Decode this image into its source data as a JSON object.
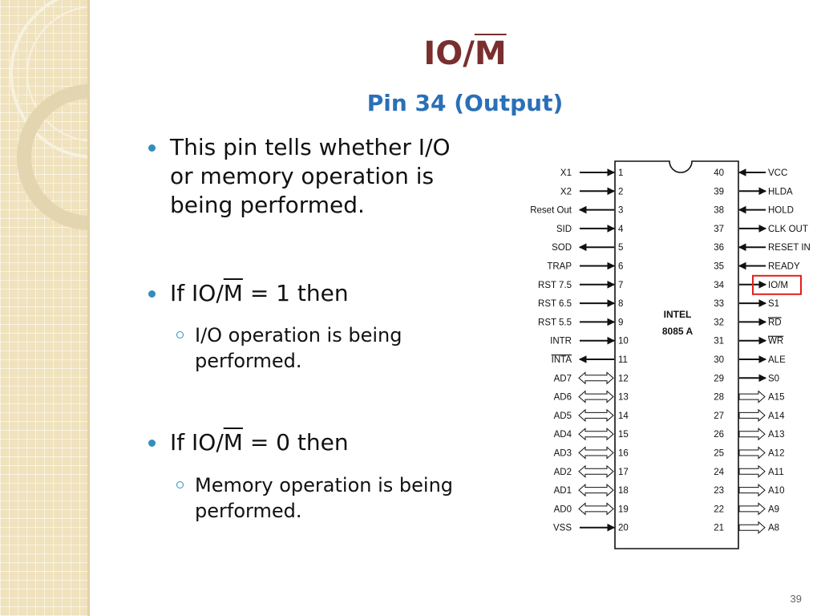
{
  "slide": {
    "title_prefix": "IO/",
    "title_over": "M",
    "subtitle": "Pin 34 (Output)",
    "page_number": "39"
  },
  "bullets": [
    {
      "level": 1,
      "text_lines": [
        "This pin tells whether I/O",
        "or memory operation is",
        "being performed."
      ]
    },
    {
      "level": 1,
      "prefix": "If IO/",
      "over": "M",
      "suffix": " = 1 then"
    },
    {
      "level": 2,
      "text_lines": [
        "I/O operation is being",
        "performed."
      ]
    },
    {
      "level": 1,
      "prefix": "If IO/",
      "over": "M",
      "suffix": " = 0 then"
    },
    {
      "level": 2,
      "text_lines": [
        "Memory operation is being",
        "performed."
      ]
    }
  ],
  "diagram": {
    "chip_label": [
      "INTEL",
      "8085 A"
    ],
    "left_pins": [
      {
        "num": "1",
        "label": "X1",
        "dir": "in"
      },
      {
        "num": "2",
        "label": "X2",
        "dir": "in"
      },
      {
        "num": "3",
        "label": "Reset Out",
        "dir": "out"
      },
      {
        "num": "4",
        "label": "SID",
        "dir": "in"
      },
      {
        "num": "5",
        "label": "SOD",
        "dir": "out"
      },
      {
        "num": "6",
        "label": "TRAP",
        "dir": "in"
      },
      {
        "num": "7",
        "label": "RST 7.5",
        "dir": "in"
      },
      {
        "num": "8",
        "label": "RST 6.5",
        "dir": "in"
      },
      {
        "num": "9",
        "label": "RST 5.5",
        "dir": "in"
      },
      {
        "num": "10",
        "label": "INTR",
        "dir": "in"
      },
      {
        "num": "11",
        "label": "INTA",
        "dir": "out",
        "overline": true
      },
      {
        "num": "12",
        "label": "AD7",
        "dir": "bi"
      },
      {
        "num": "13",
        "label": "AD6",
        "dir": "bi"
      },
      {
        "num": "14",
        "label": "AD5",
        "dir": "bi"
      },
      {
        "num": "15",
        "label": "AD4",
        "dir": "bi"
      },
      {
        "num": "16",
        "label": "AD3",
        "dir": "bi"
      },
      {
        "num": "17",
        "label": "AD2",
        "dir": "bi"
      },
      {
        "num": "18",
        "label": "AD1",
        "dir": "bi"
      },
      {
        "num": "19",
        "label": "AD0",
        "dir": "bi"
      },
      {
        "num": "20",
        "label": "VSS",
        "dir": "in"
      }
    ],
    "right_pins": [
      {
        "num": "40",
        "label": "VCC",
        "dir": "in"
      },
      {
        "num": "39",
        "label": "HLDA",
        "dir": "out"
      },
      {
        "num": "38",
        "label": "HOLD",
        "dir": "in"
      },
      {
        "num": "37",
        "label": "CLK OUT",
        "dir": "out"
      },
      {
        "num": "36",
        "label": "RESET IN",
        "dir": "in"
      },
      {
        "num": "35",
        "label": "READY",
        "dir": "in"
      },
      {
        "num": "34",
        "label": "IO/M",
        "dir": "out",
        "highlight": true
      },
      {
        "num": "33",
        "label": "S1",
        "dir": "out"
      },
      {
        "num": "32",
        "label": "RD",
        "dir": "out",
        "overline": true
      },
      {
        "num": "31",
        "label": "WR",
        "dir": "out",
        "overline": true
      },
      {
        "num": "30",
        "label": "ALE",
        "dir": "out"
      },
      {
        "num": "29",
        "label": "S0",
        "dir": "out"
      },
      {
        "num": "28",
        "label": "A15",
        "dir": "bus"
      },
      {
        "num": "27",
        "label": "A14",
        "dir": "bus"
      },
      {
        "num": "26",
        "label": "A13",
        "dir": "bus"
      },
      {
        "num": "25",
        "label": "A12",
        "dir": "bus"
      },
      {
        "num": "24",
        "label": "A11",
        "dir": "bus"
      },
      {
        "num": "23",
        "label": "A10",
        "dir": "bus"
      },
      {
        "num": "22",
        "label": "A9",
        "dir": "bus"
      },
      {
        "num": "21",
        "label": "A8",
        "dir": "bus"
      }
    ],
    "highlight_color": "#e0201c"
  },
  "colors": {
    "title": "#7a2e2e",
    "subtitle": "#2a6fb8",
    "bullet": "#2f8fbd"
  }
}
